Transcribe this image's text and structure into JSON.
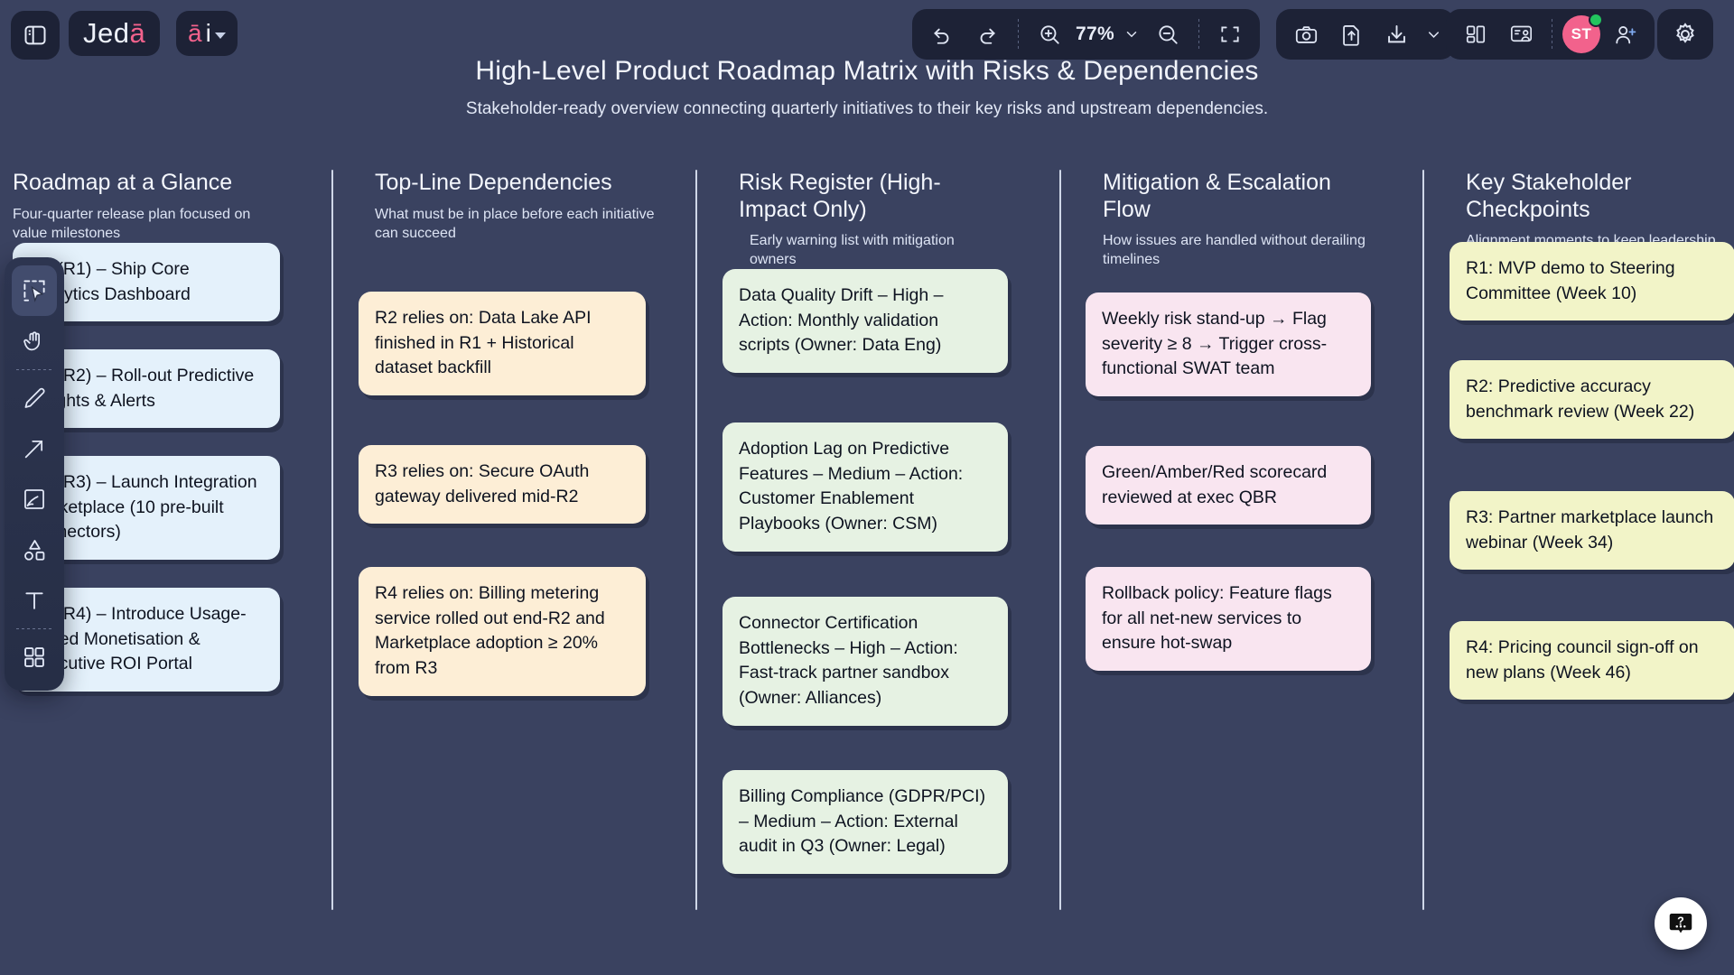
{
  "topbar": {
    "panel_toggle_icon": "sidebar-panel-icon",
    "logo_text_main": "Jed",
    "logo_text_accent": "ā",
    "ai_text_accent": "ā",
    "ai_text_main": "i",
    "undo_icon": "undo-icon",
    "redo_icon": "redo-icon",
    "zoom_in_icon": "zoom-in-icon",
    "zoom_level": "77%",
    "zoom_out_icon": "zoom-out-icon",
    "fit_screen_icon": "fit-to-screen-icon",
    "camera_icon": "camera-icon",
    "upload_icon": "upload-file-icon",
    "download_icon": "download-icon",
    "download_chevron_icon": "chevron-down-icon",
    "layout_icon": "layout-grid-icon",
    "present_icon": "presentation-icon",
    "avatar_initials": "ST",
    "add_user_icon": "add-user-icon",
    "settings_icon": "gear-icon"
  },
  "canvas": {
    "title": "High-Level Product Roadmap Matrix with Risks & Dependencies",
    "subtitle": "Stakeholder-ready overview connecting quarterly initiatives to their key risks and upstream dependencies."
  },
  "palette": {
    "tools": [
      {
        "name": "select-tool",
        "icon": "cursor-select-icon",
        "active": true
      },
      {
        "name": "hand-tool",
        "icon": "hand-icon",
        "active": false
      },
      {
        "name": "pen-tool",
        "icon": "pen-icon",
        "active": false
      },
      {
        "name": "arrow-tool",
        "icon": "arrow-icon",
        "active": false
      },
      {
        "name": "image-tool",
        "icon": "image-note-icon",
        "active": false
      },
      {
        "name": "shapes-tool",
        "icon": "shapes-icon",
        "active": false
      },
      {
        "name": "text-tool",
        "icon": "text-t-icon",
        "active": false
      },
      {
        "name": "templates-tool",
        "icon": "grid-squares-icon",
        "active": false
      }
    ]
  },
  "columns": [
    {
      "id": "roadmap",
      "title": "Roadmap at a Glance",
      "subtitle": "Four-quarter release plan focused on value milestones",
      "color": "blue",
      "cards": [
        "Q1 (R1) – Ship Core Analytics Dashboard",
        "Q2 (R2) – Roll-out Predictive Insights & Alerts",
        "Q3 (R3) – Launch Integration Marketplace (10 pre-built connectors)",
        "Q4 (R4) – Introduce Usage-Based Monetisation & Executive ROI Portal"
      ]
    },
    {
      "id": "dependencies",
      "title": "Top-Line Dependencies",
      "subtitle": "What must be in place before each initiative can succeed",
      "color": "cream",
      "cards": [
        "R2 relies on: Data Lake API finished in R1 + Historical dataset backfill",
        "R3 relies on: Secure OAuth gateway delivered mid-R2",
        "R4 relies on: Billing metering service rolled out end-R2 and Marketplace adoption ≥ 20% from R3"
      ]
    },
    {
      "id": "risk-register",
      "title": "Risk Register (High-Impact Only)",
      "subtitle": "Early warning list with mitigation owners",
      "color": "green",
      "cards": [
        "Data Quality Drift – High – Action: Monthly validation scripts (Owner: Data Eng)",
        "Adoption Lag on Predictive Features – Medium – Action: Customer Enablement Playbooks (Owner: CSM)",
        "Connector Certification Bottlenecks – High – Action: Fast-track partner sandbox (Owner: Alliances)",
        "Billing Compliance (GDPR/PCI) – Medium – Action: External audit in Q3 (Owner: Legal)"
      ]
    },
    {
      "id": "mitigation",
      "title": "Mitigation & Escalation Flow",
      "subtitle": "How issues are handled without derailing timelines",
      "color": "pink",
      "cards": [
        "Weekly risk stand-up → Flag severity ≥ 8 → Trigger cross-functional SWAT team",
        "Green/Amber/Red scorecard reviewed at exec QBR",
        "Rollback policy: Feature flags for all net-new services to ensure hot-swap"
      ]
    },
    {
      "id": "checkpoints",
      "title": "Key Stakeholder Checkpoints",
      "subtitle": "Alignment moments to keep leadership informed",
      "color": "yellow",
      "cards": [
        "R1: MVP demo to Steering Committee (Week 10)",
        "R2: Predictive accuracy benchmark review (Week 22)",
        "R3: Partner marketplace launch webinar (Week 34)",
        "R4: Pricing council sign-off on new plans (Week 46)"
      ]
    }
  ],
  "help": {
    "icon": "help-question-icon"
  },
  "theme": {
    "canvas_bg": "#3a4260",
    "panel_bg": "#1d2236",
    "accent_pink": "#f2628c",
    "online_green": "#22c55e"
  }
}
